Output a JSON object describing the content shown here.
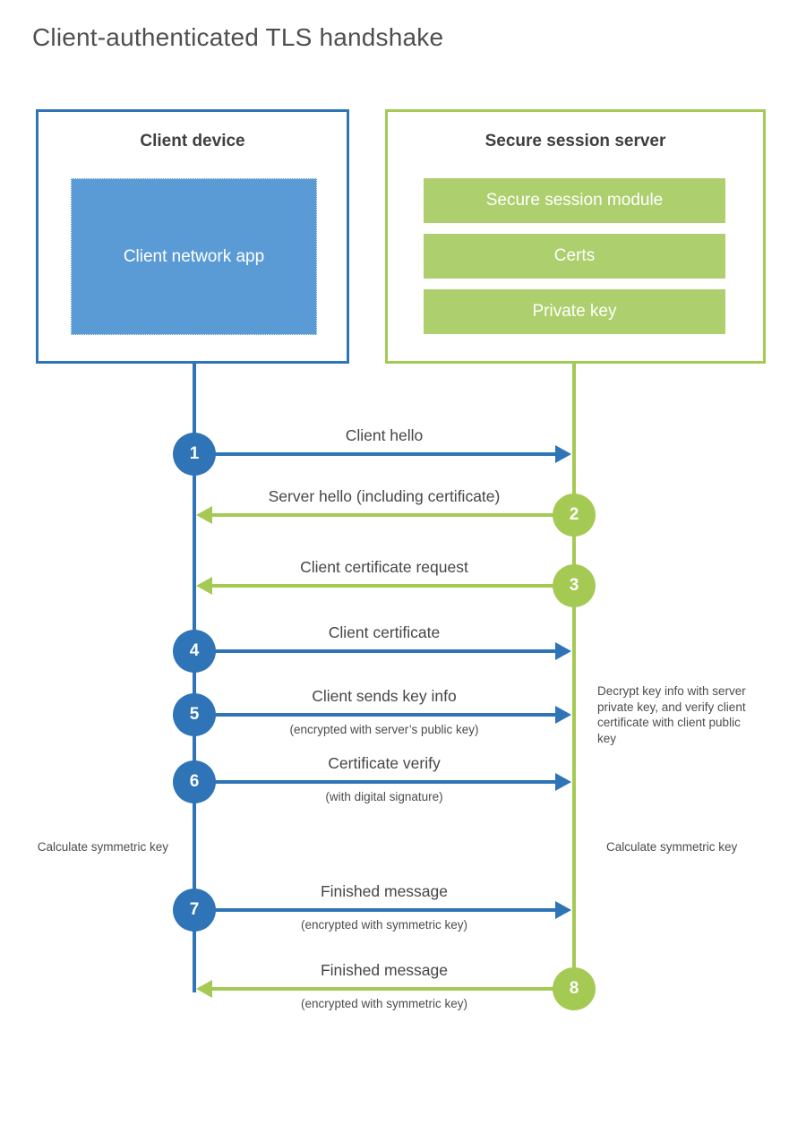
{
  "title": "Client-authenticated TLS handshake",
  "colors": {
    "blue": "#2e74b6",
    "blue_fill": "#5b9bd5",
    "green": "#a4ca54",
    "green_fill": "#adcf6d"
  },
  "client_box": {
    "title": "Client device",
    "app_label": "Client network app"
  },
  "server_box": {
    "title": "Secure session server",
    "modules": [
      "Secure session module",
      "Certs",
      "Private key"
    ]
  },
  "steps": [
    {
      "num": "1",
      "direction": "client-to-server",
      "label": "Client hello",
      "sub": ""
    },
    {
      "num": "2",
      "direction": "server-to-client",
      "label": "Server hello (including certificate)",
      "sub": ""
    },
    {
      "num": "3",
      "direction": "server-to-client",
      "label": "Client certificate request",
      "sub": ""
    },
    {
      "num": "4",
      "direction": "client-to-server",
      "label": "Client certificate",
      "sub": ""
    },
    {
      "num": "5",
      "direction": "client-to-server",
      "label": "Client sends key info",
      "sub": "(encrypted with server’s public key)"
    },
    {
      "num": "6",
      "direction": "client-to-server",
      "label": "Certificate verify",
      "sub": "(with digital signature)"
    },
    {
      "num": "7",
      "direction": "client-to-server",
      "label": "Finished message",
      "sub": "(encrypted with symmetric key)"
    },
    {
      "num": "8",
      "direction": "server-to-client",
      "label": "Finished message",
      "sub": "(encrypted with symmetric key)"
    }
  ],
  "annotations": {
    "decrypt_note": "Decrypt key info with server private key, and verify client certificate with client public key",
    "calculate_left": "Calculate symmetric key",
    "calculate_right": "Calculate symmetric key"
  }
}
